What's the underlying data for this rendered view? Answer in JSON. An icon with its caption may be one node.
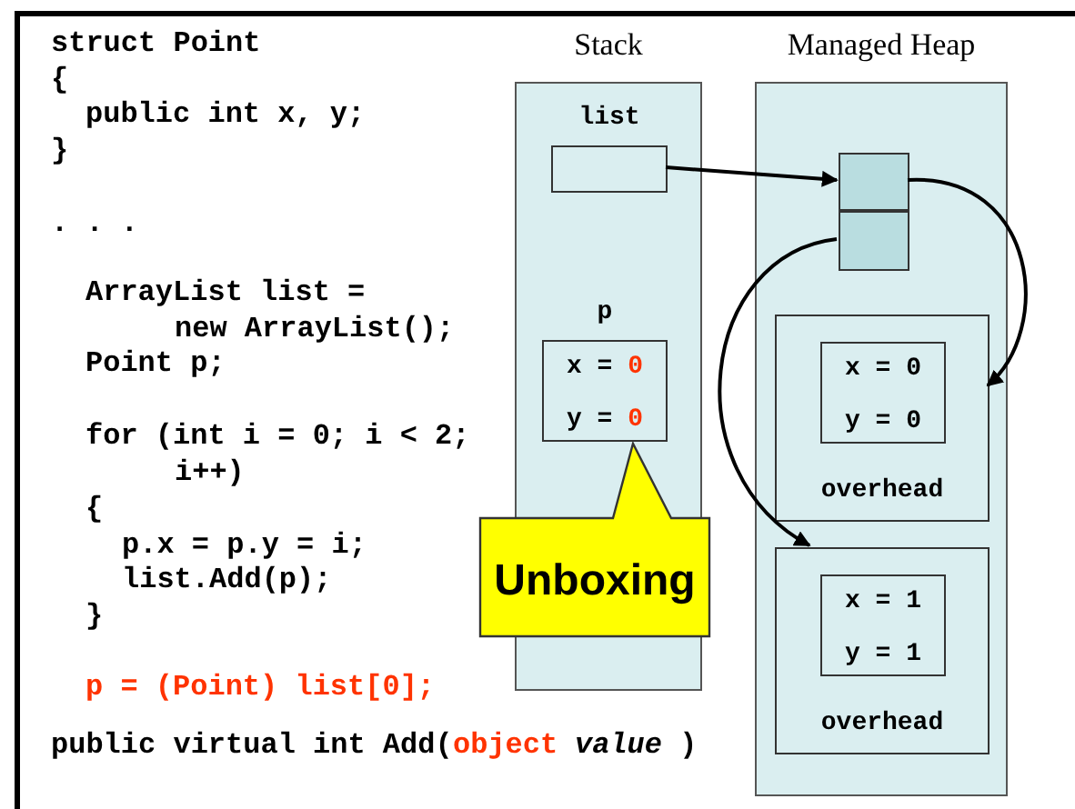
{
  "diagram": {
    "nodes": [
      {
        "text": [
          "Stack"
        ]
      },
      {
        "text": [
          "Managed Heap"
        ]
      },
      {
        "text": [
          "list"
        ],
        "in": 0
      },
      {
        "text": [
          "p",
          "x = 0",
          "y = 0"
        ],
        "in": 0
      },
      {
        "text": [],
        "shape": "box",
        "in": 1
      },
      {
        "text": [],
        "shape": "box",
        "in": 1
      },
      {
        "text": [
          "overhead"
        ],
        "in": 1
      },
      {
        "text": [
          "x = 0",
          "y = 0"
        ],
        "in": 6
      },
      {
        "text": [
          "overhead"
        ],
        "in": 1
      },
      {
        "text": [
          "x = 1",
          "y = 1"
        ],
        "in": 8
      },
      {
        "text": [
          "Unboxing"
        ]
      }
    ],
    "edges": [
      {
        "from": 2,
        "to": 4,
        "arrow": "to"
      },
      {
        "from": 4,
        "to": 6,
        "arrow": "to"
      },
      {
        "from": 5,
        "to": 8,
        "arrow": "to"
      }
    ],
    "labels": [
      "struct Point",
      "{",
      "public int x, y;",
      "}",
      ". . .",
      "ArrayList list =",
      "new ArrayList();",
      "Point p;",
      "for (int i = 0; i < 2;",
      "i++)",
      "{",
      "p.x = p.y = i;",
      "list.Add(p);",
      "}",
      "p = (Point) list[0];",
      "public virtual int Add(",
      "object",
      "*value* )"
    ]
  }
}
